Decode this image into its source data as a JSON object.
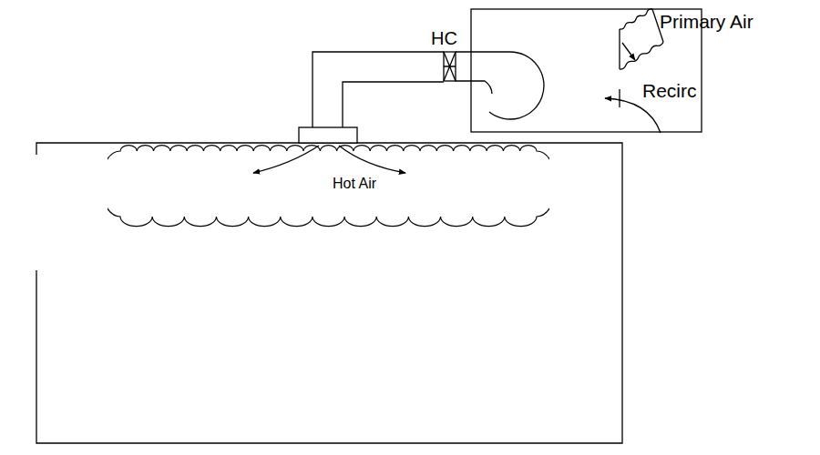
{
  "diagram": {
    "nodes": [
      {
        "text": [
          "Hot Air"
        ]
      }
    ],
    "labels": [
      "HC",
      "Primary Air",
      "Recirc"
    ]
  }
}
